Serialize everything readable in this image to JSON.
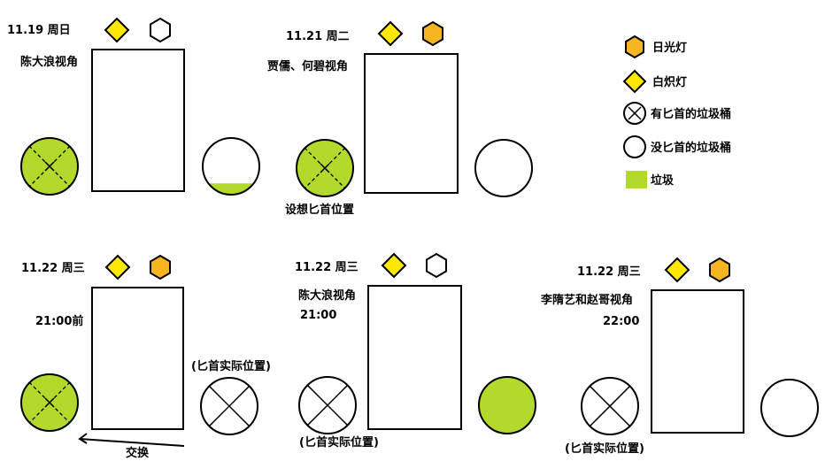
{
  "colors": {
    "trash": "#b2d92b",
    "diamond": "#ffe800",
    "hexagon": "#f7b521",
    "stroke": "#000000",
    "frame": "#ffffff"
  },
  "legend": {
    "fluorescent_label": "日光灯",
    "incandescent_label": "白炽灯",
    "bin_with_dagger_label": "有匕首的垃圾桶",
    "bin_without_dagger_label": "没匕首的垃圾桶",
    "trash_label": "垃圾"
  },
  "panels": [
    {
      "date": "11.19 周日",
      "view": "陈大浪视角",
      "note": "",
      "time": "",
      "lights": [
        "diamond-on",
        "hexagon-off"
      ],
      "bins": [
        {
          "fill": 1.0,
          "dagger": "dashed"
        },
        {
          "fill": 0.2,
          "dagger": "none"
        }
      ]
    },
    {
      "date": "11.21 周二",
      "view": "贾儒、何碧视角",
      "note": "设想匕首位置",
      "time": "",
      "lights": [
        "diamond-on",
        "hexagon-on"
      ],
      "bins": [
        {
          "fill": 1.0,
          "dagger": "dashed"
        },
        {
          "fill": 0.0,
          "dagger": "none"
        }
      ]
    },
    {
      "date": "11.22 周三",
      "view": "",
      "note": "(匕首实际位置)",
      "time": "21:00前",
      "swap_label": "交换",
      "lights": [
        "diamond-on",
        "hexagon-on"
      ],
      "bins": [
        {
          "fill": 1.0,
          "dagger": "dashed"
        },
        {
          "fill": 0.0,
          "dagger": "solid"
        }
      ]
    },
    {
      "date": "11.22 周三",
      "view": "陈大浪视角",
      "note": "(匕首实际位置)",
      "time": "21:00",
      "lights": [
        "diamond-on",
        "hexagon-off"
      ],
      "bins": [
        {
          "fill": 0.0,
          "dagger": "solid"
        },
        {
          "fill": 1.0,
          "dagger": "none"
        }
      ]
    },
    {
      "date": "11.22 周三",
      "view": "李隋艺和赵哥视角",
      "note": "(匕首实际位置)",
      "time": "22:00",
      "lights": [
        "diamond-on",
        "hexagon-on"
      ],
      "bins": [
        {
          "fill": 0.0,
          "dagger": "solid"
        },
        {
          "fill": 0.0,
          "dagger": "none"
        }
      ]
    }
  ]
}
